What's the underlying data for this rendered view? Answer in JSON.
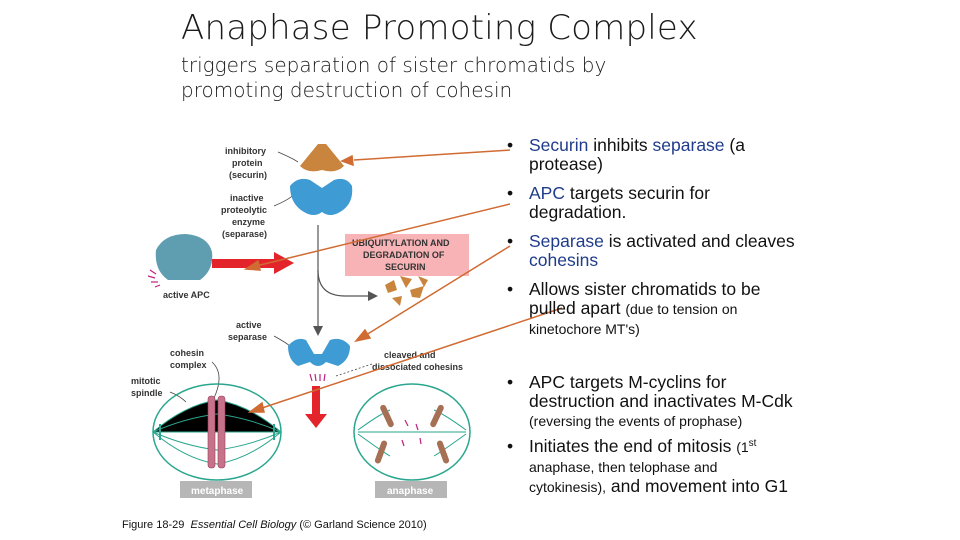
{
  "title": "Anaphase Promoting Complex",
  "subtitle": "triggers separation of sister chromatids by promoting destruction of cohesin",
  "figure": {
    "labels": {
      "inhibitory_1": "inhibitory",
      "inhibitory_2": "protein",
      "inhibitory_3": "(securin)",
      "inactive_1": "inactive",
      "inactive_2": "proteolytic",
      "inactive_3": "enzyme",
      "inactive_4": "(separase)",
      "active_apc": "active APC",
      "ubiq_1": "UBIQUITYLATION AND",
      "ubiq_2": "DEGRADATION OF",
      "ubiq_3": "SECURIN",
      "active_sep_1": "active",
      "active_sep_2": "separase",
      "cohesin_1": "cohesin",
      "cohesin_2": "complex",
      "spindle_1": "mitotic",
      "spindle_2": "spindle",
      "cleaved_1": "cleaved and",
      "cleaved_2": "dissociated cohesins",
      "metaphase": "metaphase",
      "anaphase": "anaphase"
    },
    "colors": {
      "apc": "#5f9db0",
      "securin": "#c9843d",
      "separase": "#3e9bd3",
      "ubiq_box": "#f7b3b5",
      "arrow_red": "#e3242b",
      "pointer": "#d06b32"
    }
  },
  "bullets": {
    "b1": {
      "w1": "Securin",
      "w2": " inhibits ",
      "w3": "separase",
      "w4": " (a",
      "w5": "protease)"
    },
    "b2": {
      "w1": "APC",
      "w2": " targets securin for",
      "w3": "degradation."
    },
    "b3": {
      "w1": "Separase",
      "w2": " is activated and cleaves",
      "w3": "cohesins"
    },
    "b4": {
      "l1": "Allows sister chromatids to be",
      "l2": "pulled apart ",
      "l2s": "(due to tension on",
      "l3": "kinetochore MT's)"
    },
    "b5": {
      "l1": "APC targets M-cyclins for",
      "l2": "destruction and inactivates M-Cdk",
      "l3": "(reversing the events of prophase)"
    },
    "b6": {
      "l1": "Initiates the end of mitosis ",
      "l1s": "(1",
      "sup": "st",
      "l2": "anaphase, then telophase and",
      "l3s": "cytokinesis),",
      "l3": " and movement into G1"
    }
  },
  "caption": {
    "fig": "Figure 18-29",
    "book": "Essential Cell Biology",
    "rest": " (© Garland Science 2010)"
  },
  "bullet_char": "•"
}
